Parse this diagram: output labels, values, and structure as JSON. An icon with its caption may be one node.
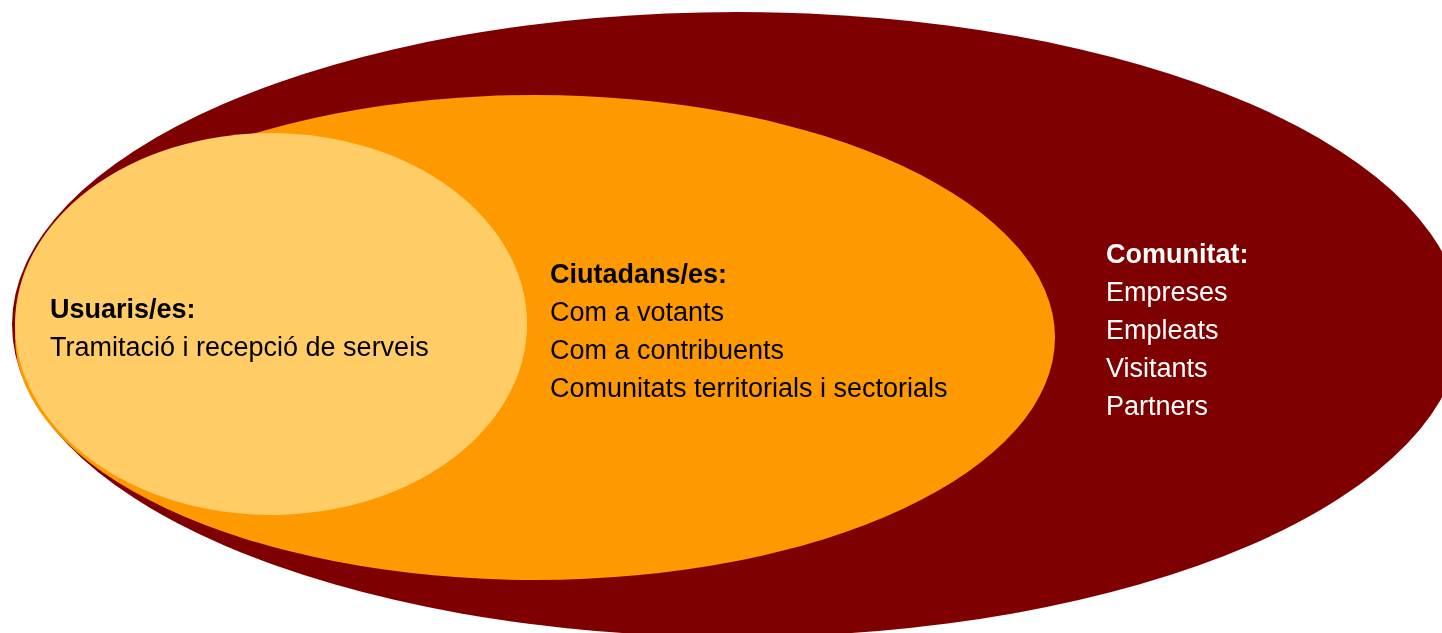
{
  "diagram": {
    "nodes": [
      {
        "text": [
          "Comunitat:",
          "Empreses",
          "Empleats",
          "Visitants",
          "Partners"
        ]
      },
      {
        "text": [
          "Ciutadans/es:",
          "Com a votants",
          "Com a contribuents",
          "Comunitats territorials i sectorials"
        ],
        "in": 0
      },
      {
        "text": [
          "Usuaris/es:",
          "Tramitació i recepció de serveis"
        ],
        "in": 1
      }
    ]
  }
}
